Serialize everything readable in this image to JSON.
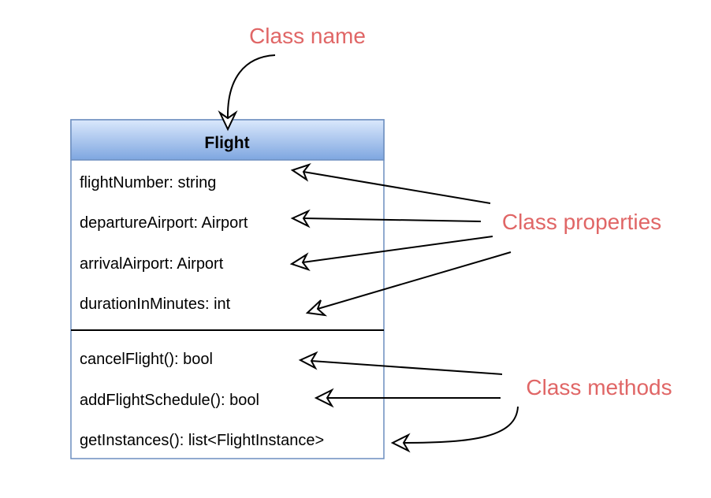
{
  "uml_class": {
    "name": "Flight",
    "properties": [
      "flightNumber: string",
      "departureAirport: Airport",
      "arrivalAirport: Airport",
      "durationInMinutes: int"
    ],
    "methods": [
      "cancelFlight(): bool",
      "addFlightSchedule(): bool",
      "getInstances(): list<FlightInstance>"
    ]
  },
  "annotations": {
    "class_name": "Class name",
    "class_properties": "Class properties",
    "class_methods": "Class methods"
  },
  "colors": {
    "header_gradient_top": "#dae8fc",
    "header_gradient_bottom": "#7ea6e0",
    "box_border": "#6c8ebf",
    "annotation_text": "#e06666",
    "arrow": "#000000"
  }
}
